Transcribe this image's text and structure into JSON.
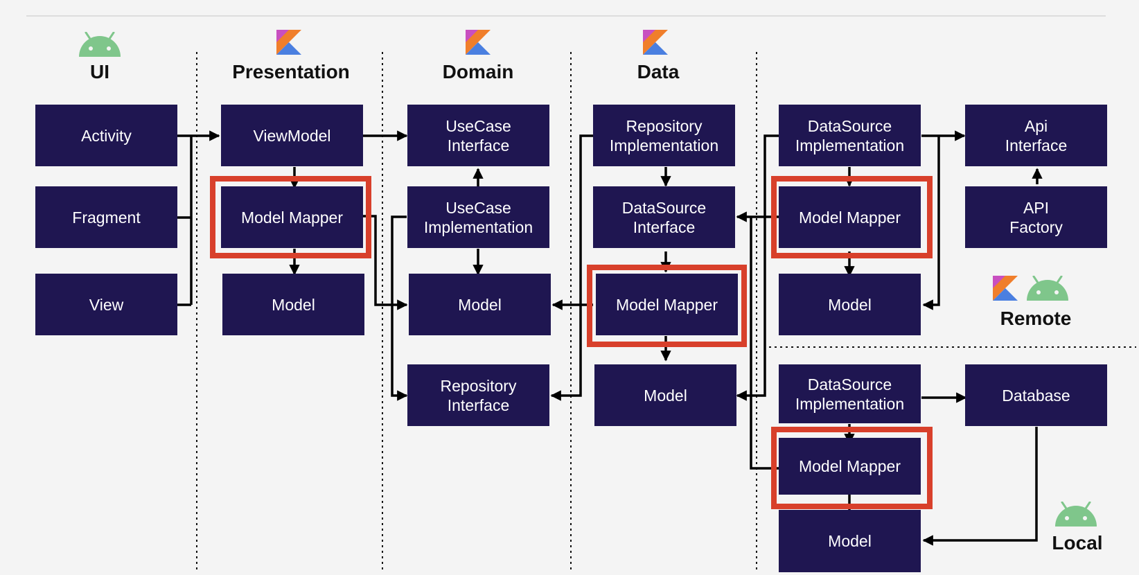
{
  "headers": {
    "ui": "UI",
    "presentation": "Presentation",
    "domain": "Domain",
    "data": "Data",
    "remote": "Remote",
    "local": "Local"
  },
  "boxes": {
    "activity": "Activity",
    "fragment": "Fragment",
    "view": "View",
    "viewmodel": "ViewModel",
    "pres_mapper": "Model Mapper",
    "pres_model": "Model",
    "usecase_interface": "UseCase\nInterface",
    "usecase_impl": "UseCase\nImplementation",
    "domain_model": "Model",
    "repository_interface": "Repository\nInterface",
    "repository_impl": "Repository\nImplementation",
    "data_ds_interface": "DataSource\nInterface",
    "data_mapper": "Model Mapper",
    "data_model": "Model",
    "remote_ds_impl": "DataSource\nImplementation",
    "remote_mapper": "Model Mapper",
    "remote_model": "Model",
    "api_interface": "Api\nInterface",
    "api_factory": "API\nFactory",
    "local_ds_impl": "DataSource\nImplementation",
    "database": "Database",
    "local_mapper": "Model Mapper",
    "local_model": "Model"
  },
  "icons": [
    "android-icon",
    "kotlin-icon"
  ],
  "colors": {
    "box": "#1f1651",
    "highlight": "#d8402b",
    "android": "#7fc68b",
    "kotlin_orange": "#f07e2b",
    "kotlin_blue": "#4a7fe0"
  }
}
